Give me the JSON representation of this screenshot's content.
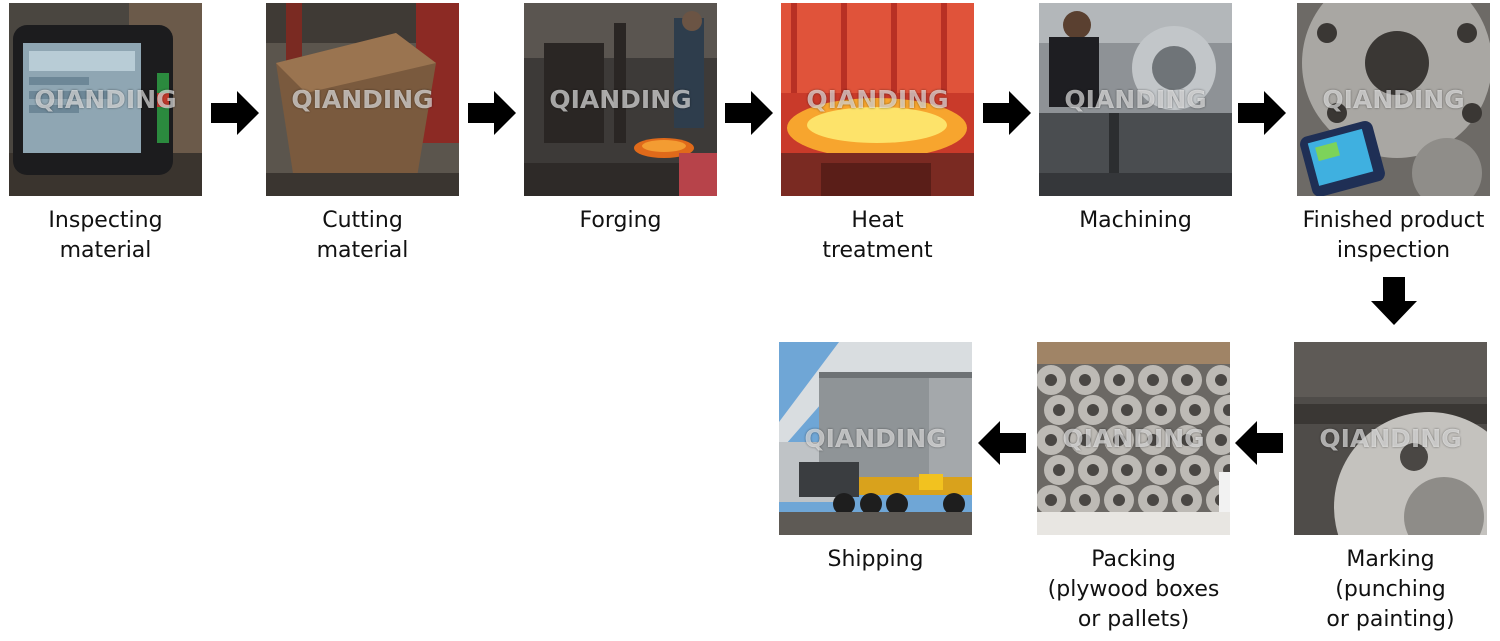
{
  "watermark": "QIANDING",
  "colors": {
    "arrow": "#000000",
    "caption_text": "#111111"
  },
  "steps": [
    {
      "id": "inspecting-material",
      "lines": [
        "Inspecting",
        "material"
      ]
    },
    {
      "id": "cutting-material",
      "lines": [
        "Cutting",
        "material"
      ]
    },
    {
      "id": "forging",
      "lines": [
        "Forging"
      ]
    },
    {
      "id": "heat-treatment",
      "lines": [
        "Heat",
        "treatment"
      ]
    },
    {
      "id": "machining",
      "lines": [
        "Machining"
      ]
    },
    {
      "id": "finished-product-inspection",
      "lines": [
        "Finished product",
        "inspection"
      ]
    },
    {
      "id": "marking",
      "lines": [
        "Marking",
        "(punching",
        "or painting)"
      ]
    },
    {
      "id": "packing",
      "lines": [
        "Packing",
        "(plywood boxes",
        "or pallets)"
      ]
    },
    {
      "id": "shipping",
      "lines": [
        "Shipping"
      ]
    }
  ],
  "arrows": [
    {
      "from": "inspecting-material",
      "to": "cutting-material",
      "direction": "right"
    },
    {
      "from": "cutting-material",
      "to": "forging",
      "direction": "right"
    },
    {
      "from": "forging",
      "to": "heat-treatment",
      "direction": "right"
    },
    {
      "from": "heat-treatment",
      "to": "machining",
      "direction": "right"
    },
    {
      "from": "machining",
      "to": "finished-product-inspection",
      "direction": "right"
    },
    {
      "from": "finished-product-inspection",
      "to": "marking",
      "direction": "down"
    },
    {
      "from": "marking",
      "to": "packing",
      "direction": "left"
    },
    {
      "from": "packing",
      "to": "shipping",
      "direction": "left"
    }
  ]
}
